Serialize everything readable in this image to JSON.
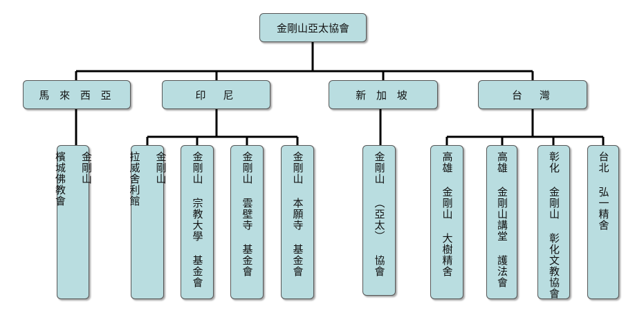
{
  "root": "金剛山亞太協會",
  "regions": [
    {
      "name": "馬 來 西 亞",
      "children": [
        "金剛山\n\n檳城佛教會"
      ]
    },
    {
      "name": "印　尼",
      "children": [
        "金剛山\n\n拉威舍利館",
        "金剛山 宗教大學 基金會",
        "金剛山 雲壁寺 基金會",
        "金剛山 本願寺 基金會"
      ]
    },
    {
      "name": "新 加 坡",
      "children": [
        "金剛山 （亞太） 協會"
      ]
    },
    {
      "name": "台　灣",
      "children": [
        "高雄 金剛山 大樹精舍",
        "高雄 金剛山講堂 護法會",
        "彰化 金剛山 彰化文教協會",
        "台北 弘一精舍"
      ]
    }
  ],
  "colors": {
    "box_fill": "#b9dde0",
    "box_border": "#555555",
    "line": "#000000"
  }
}
